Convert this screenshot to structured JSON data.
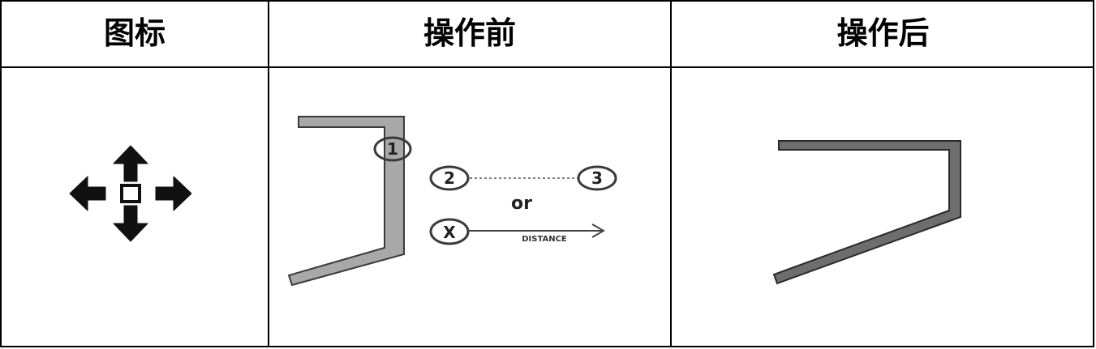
{
  "headers": {
    "icon": "图标",
    "before": "操作前",
    "after": "操作后"
  },
  "before_diagram": {
    "point1": "1",
    "point2": "2",
    "point3": "3",
    "or_text": "or",
    "point_x": "X",
    "distance_text": "DISTANCE"
  },
  "icons": {
    "move": "move-arrows-icon"
  },
  "colors": {
    "wall_before_fill": "#a8a8a8",
    "wall_after_fill": "#6e6e6e",
    "stroke": "#3a3a3a"
  }
}
